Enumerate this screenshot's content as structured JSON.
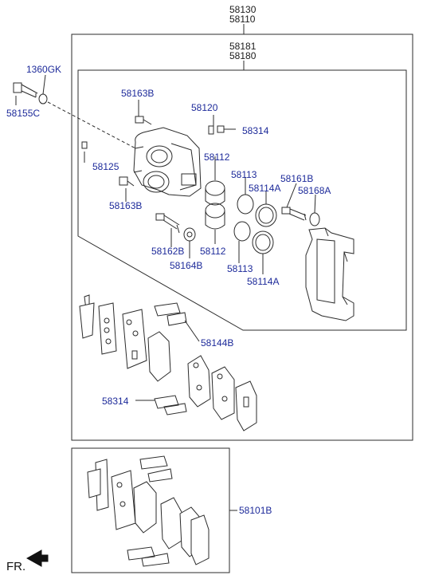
{
  "assembly": {
    "top": [
      "58130",
      "58110"
    ],
    "inner": [
      "58181",
      "58180"
    ]
  },
  "callouts": {
    "p1360GK": "1360GK",
    "p58155C": "58155C",
    "p58163B_top": "58163B",
    "p58120": "58120",
    "p58314_top": "58314",
    "p58125": "58125",
    "p58112_top": "58112",
    "p58113_top": "58113",
    "p58114A_top": "58114A",
    "p58161B": "58161B",
    "p58168A": "58168A",
    "p58163B_bottom": "58163B",
    "p58162B": "58162B",
    "p58164B": "58164B",
    "p58112_bottom": "58112",
    "p58113_bottom": "58113",
    "p58114A_bottom": "58114A",
    "p58144B": "58144B",
    "p58314_bottom": "58314",
    "p58101B": "58101B"
  },
  "direction": {
    "label": "FR."
  },
  "colors": {
    "line": "#2b2b2b",
    "partnumber": "#1d2a9a",
    "background": "#ffffff"
  }
}
